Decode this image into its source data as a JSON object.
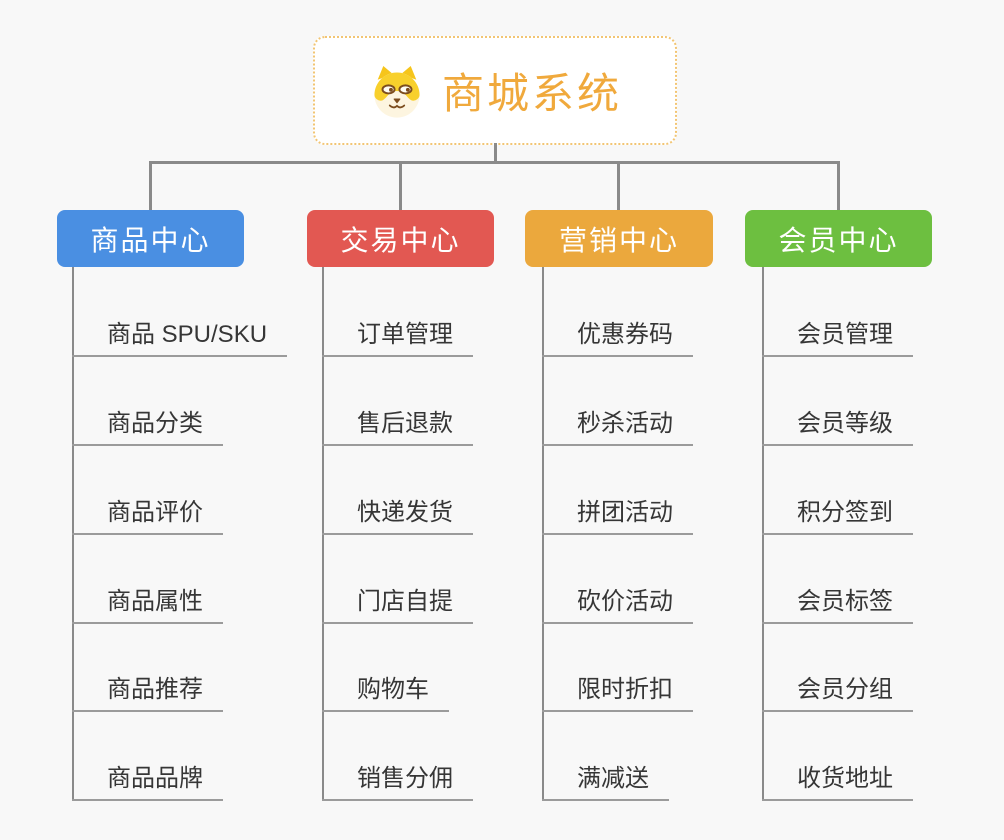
{
  "root": {
    "title": "商城系统",
    "icon": "dog-face-icon"
  },
  "branches": [
    {
      "label": "商品中心",
      "color": "#4a8fe2",
      "items": [
        "商品 SPU/SKU",
        "商品分类",
        "商品评价",
        "商品属性",
        "商品推荐",
        "商品品牌"
      ]
    },
    {
      "label": "交易中心",
      "color": "#e25852",
      "items": [
        "订单管理",
        "售后退款",
        "快递发货",
        "门店自提",
        "购物车",
        "销售分佣"
      ]
    },
    {
      "label": "营销中心",
      "color": "#eba83d",
      "items": [
        "优惠券码",
        "秒杀活动",
        "拼团活动",
        "砍价活动",
        "限时折扣",
        "满减送"
      ]
    },
    {
      "label": "会员中心",
      "color": "#6dbf40",
      "items": [
        "会员管理",
        "会员等级",
        "积分签到",
        "会员标签",
        "会员分组",
        "收货地址"
      ]
    }
  ],
  "colors": {
    "background": "#f8f8f8",
    "connector": "#8a8a8a",
    "leaf_underline": "#9b9b9b",
    "leaf_text": "#363636",
    "root_accent": "#f0a93c",
    "root_border": "#f2c573"
  }
}
